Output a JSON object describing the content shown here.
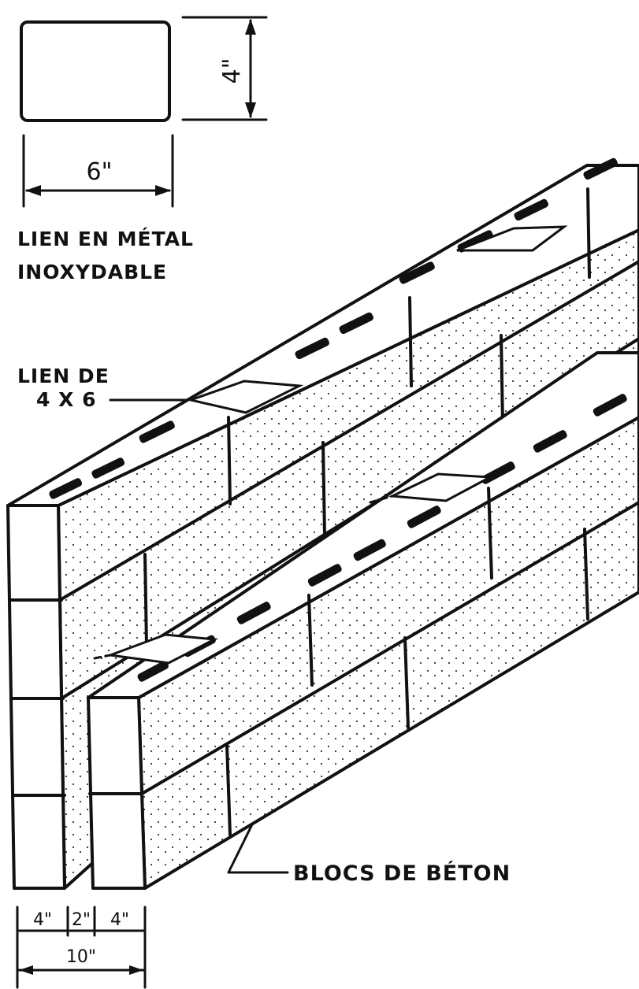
{
  "tie_detail": {
    "height_label": "4\"",
    "width_label": "6\""
  },
  "labels": {
    "tie_material_line1": "LIEN EN MÉTAL",
    "tie_material_line2": "INOXYDABLE",
    "tie_size_line1": "LIEN DE",
    "tie_size_line2": "4 X 6",
    "blocks": "BLOCS DE BÉTON"
  },
  "wall_dimensions": {
    "outer_wythe": "4\"",
    "cavity": "2\"",
    "inner_wythe": "4\"",
    "total": "10\""
  }
}
